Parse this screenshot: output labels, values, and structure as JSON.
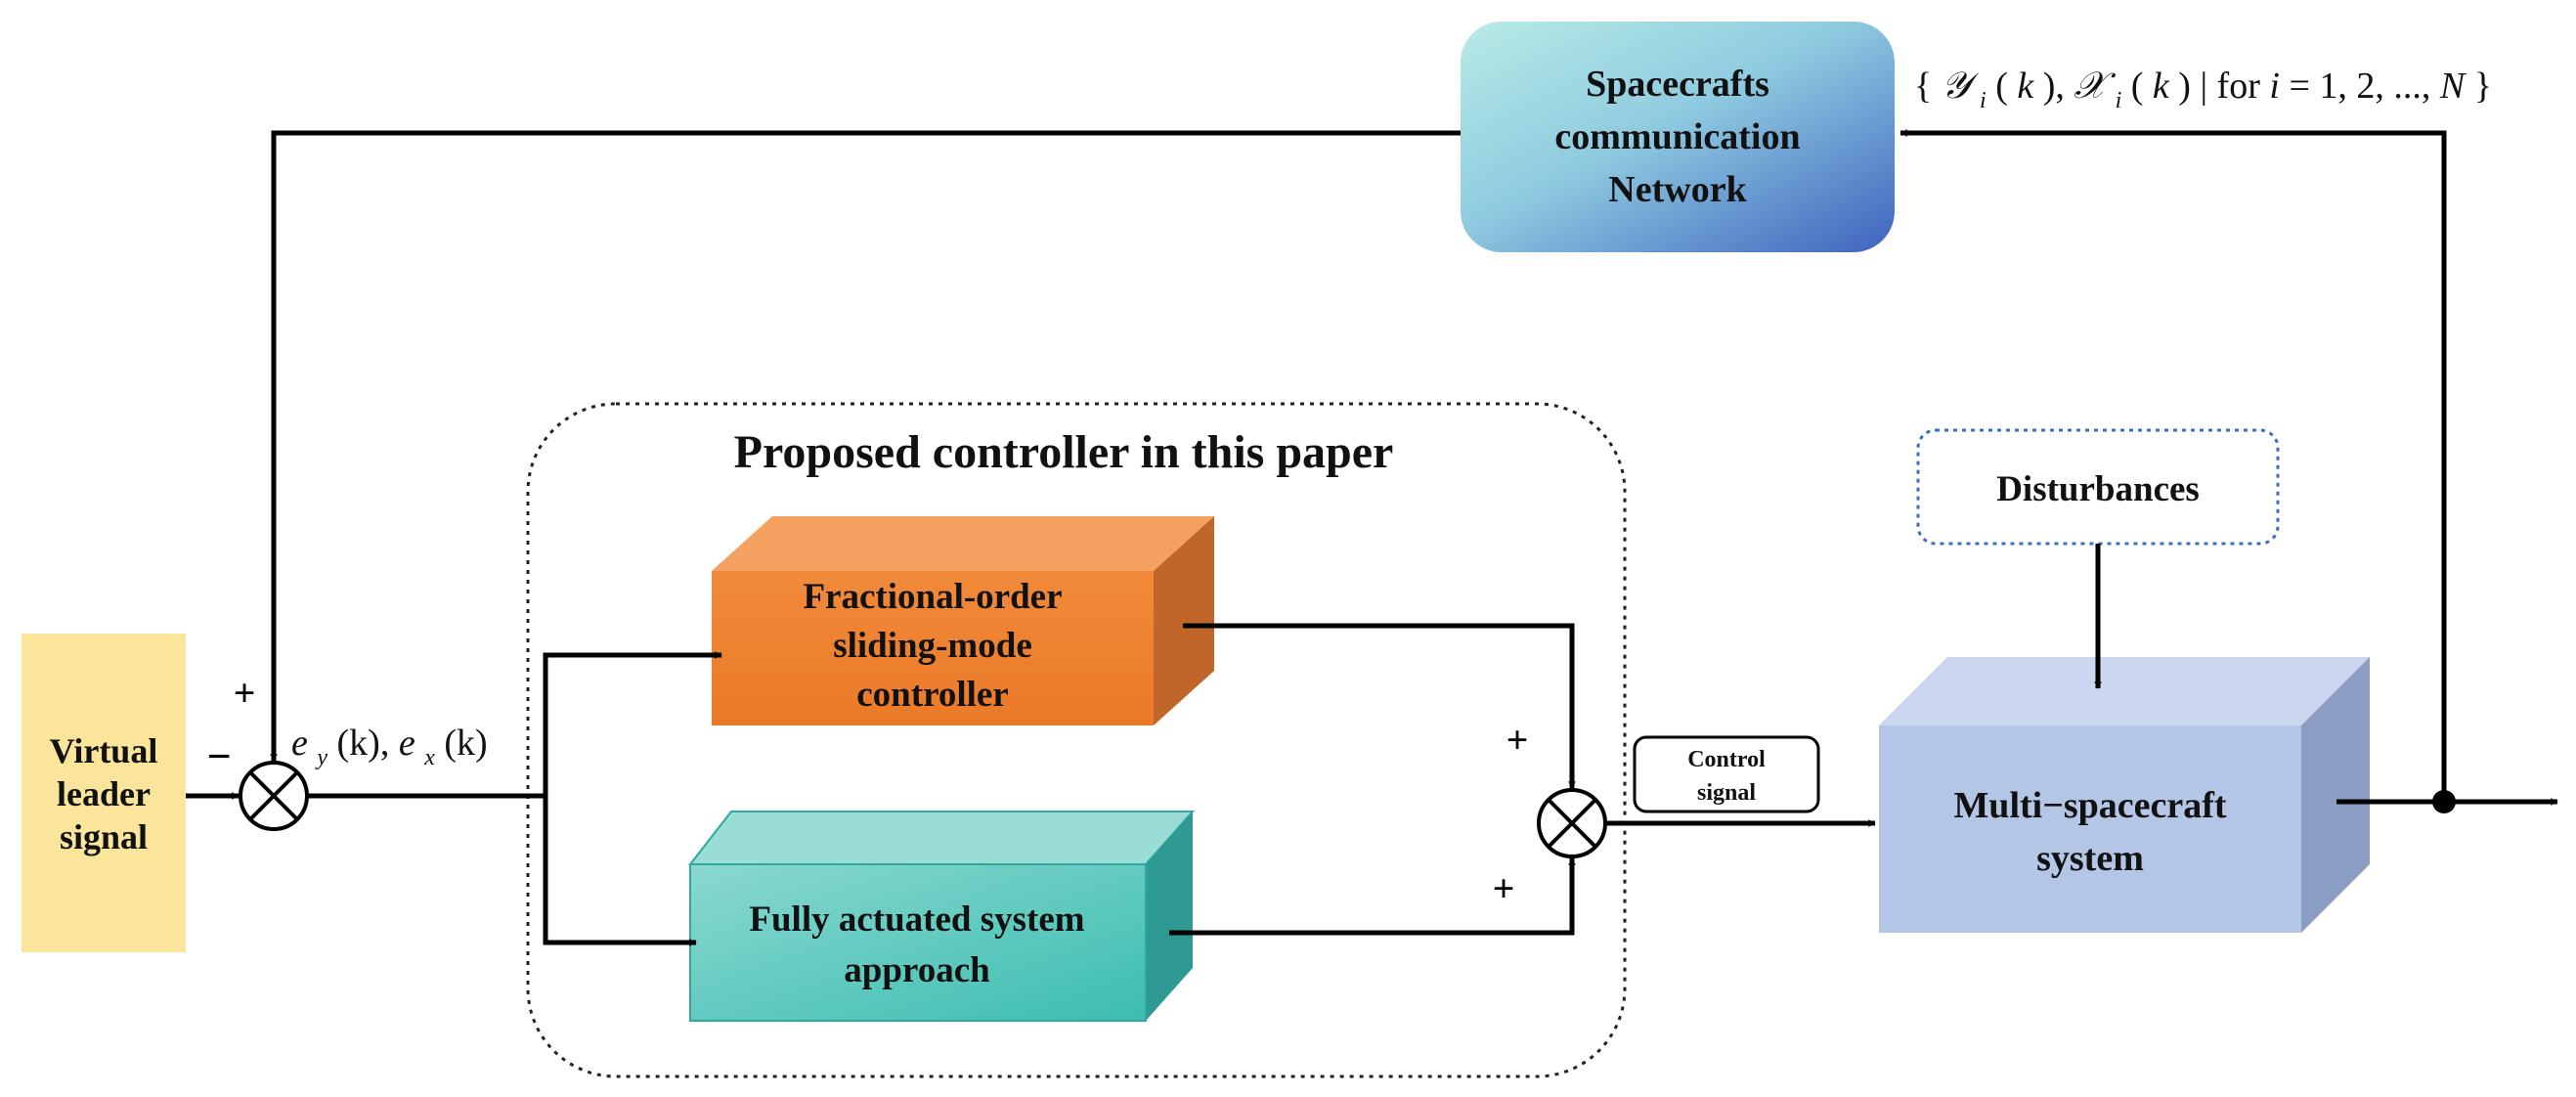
{
  "diagram": {
    "network_box": {
      "lines": [
        "Spacecrafts",
        "communication",
        "Network"
      ]
    },
    "feedback_set": {
      "text_parts": [
        "{",
        "𝒴",
        "i",
        "(",
        "k",
        "), ",
        "𝒳",
        "i",
        "(",
        "k",
        ") | for ",
        "i",
        " = 1, 2, ..., ",
        "N",
        " }"
      ]
    },
    "controller_region": {
      "title": "Proposed controller in this paper"
    },
    "fractional_box": {
      "lines": [
        "Fractional-order",
        "sliding-mode",
        "controller"
      ]
    },
    "fully_box": {
      "lines": [
        "Fully actuated system",
        "approach"
      ]
    },
    "virtual_box": {
      "lines": [
        "Virtual",
        "leader",
        "signal"
      ]
    },
    "disturbances_box": {
      "label": "Disturbances"
    },
    "plant_box": {
      "lines": [
        "Multi−spacecraft",
        "system"
      ]
    },
    "control_signal_box": {
      "lines": [
        "Control",
        "signal"
      ]
    },
    "error_label": {
      "e": "e",
      "sub_y": "y",
      "k": "(k), ",
      "e2": "e",
      "sub_x": "x",
      "k2": "(k)"
    },
    "signs": {
      "plus_top": "+",
      "minus_left": "−",
      "plus_sum_top": "+",
      "plus_sum_bottom": "+"
    }
  },
  "colors": {
    "network_grad_start": "#a9e3e0",
    "network_grad_end": "#4a72c4",
    "fractional_front": "#ef8030",
    "fractional_top": "#f4a060",
    "fractional_side": "#c0662a",
    "fully_front": "#5cc8c0",
    "fully_top": "#9adcd6",
    "fully_side": "#2f9a92",
    "virtual_fill": "#fbe59a",
    "plant_front": "#b4c6e6",
    "plant_top": "#cbd7ee",
    "plant_side": "#8b9dc2",
    "disturb_border": "#3a6fc2"
  }
}
